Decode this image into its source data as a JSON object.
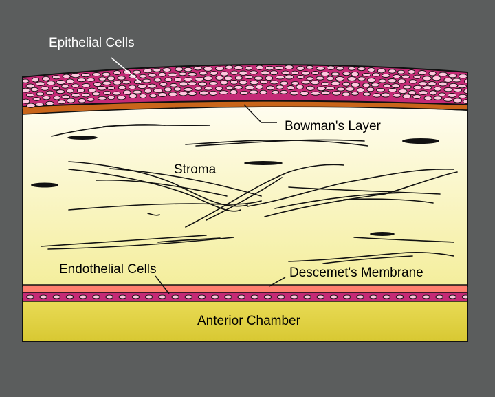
{
  "labels": {
    "epithelial": "Epithelial Cells",
    "bowman": "Bowman's Layer",
    "stroma": "Stroma",
    "endothelial": "Endothelial Cells",
    "descemet": "Descemet's Membrane",
    "anterior": "Anterior Chamber"
  },
  "colors": {
    "background": "#5b5d5d",
    "epithelium": "#c72a78",
    "bowman": "#c9651a",
    "stroma_top": "#fffbe8",
    "stroma_bottom": "#f5f0a0",
    "descemet": "#ff7a6a",
    "endothelium": "#c72a78",
    "anterior_chamber": "#e3d442"
  }
}
